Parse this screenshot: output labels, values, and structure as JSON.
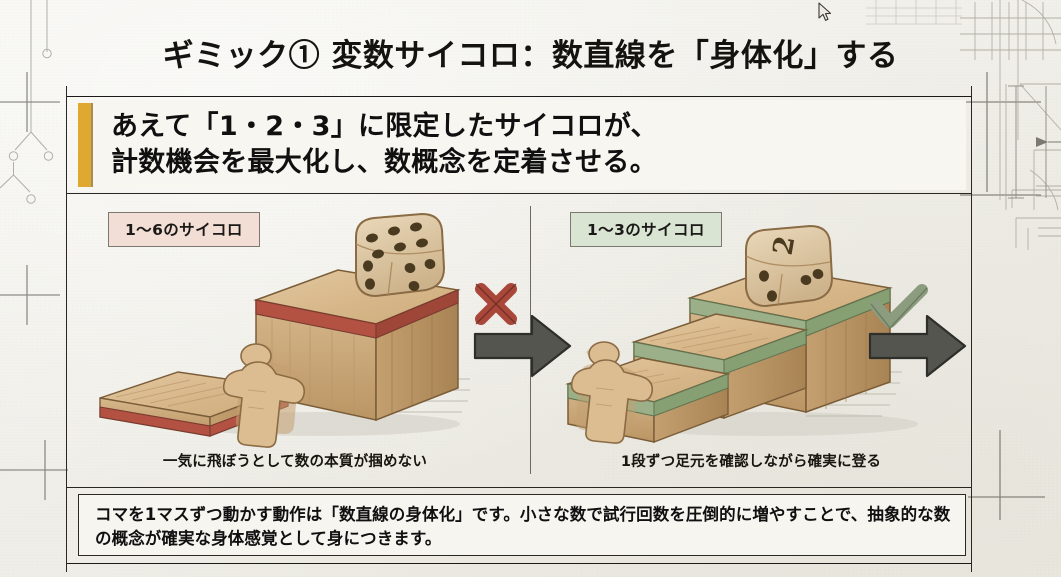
{
  "slide": {
    "title": "ギミック① 変数サイコロ：数直線を「身体化」する",
    "headline_line1": "あえて「1・2・3」に限定したサイコロが、",
    "headline_line2": "計数機会を最大化し、数概念を定着させる。",
    "summary": "コマを1マスずつ動かす動作は「数直線の身体化」です。小さな数で試行回数を圧倒的に増やすことで、抽象的な数の概念が確実な身体感覚として身につきます。"
  },
  "panels": {
    "left": {
      "chip_label": "1〜6のサイコロ",
      "caption": "一気に飛ぼうとして数の本質が掴めない",
      "verdict_icon": "cross-icon",
      "die_face": "6",
      "chip_bg": "#f3ded6",
      "trim_color": "#b35243"
    },
    "right": {
      "chip_label": "1〜3のサイコロ",
      "caption": "1段ずつ足元を確認しながら確実に登る",
      "verdict_icon": "check-icon",
      "die_face": "2",
      "chip_bg": "#d9e4d3",
      "trim_color": "#8aa078"
    }
  },
  "colors": {
    "accent_gold": "#dfa931",
    "background": "#f2f1ec",
    "ink": "#111010",
    "arrow_gray": "#555550",
    "cross_red": "#a8473a",
    "check_green": "#8c9c7e",
    "wood_light": "#dcc098",
    "wood_mid": "#c9a577",
    "wood_dark": "#a8accd"
  }
}
